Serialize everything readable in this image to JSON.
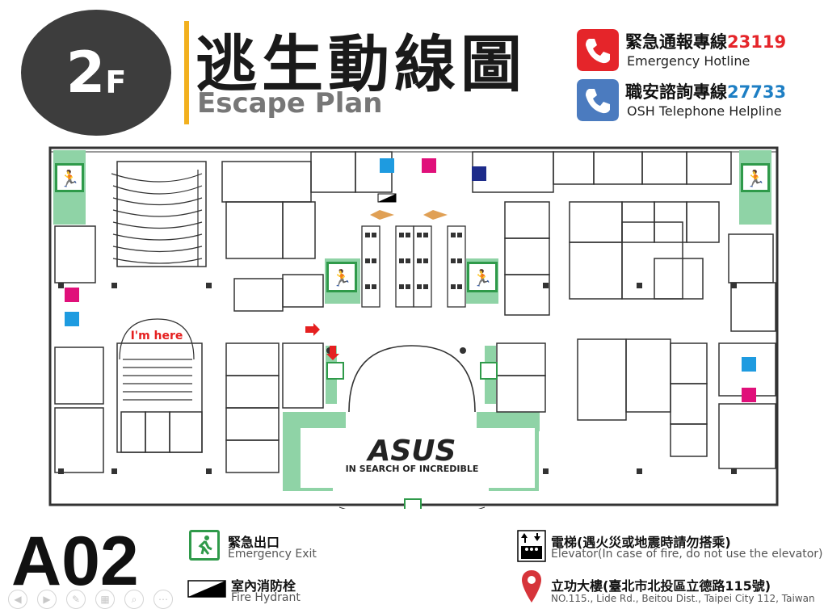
{
  "header": {
    "floor": "2",
    "floor_suffix": "F",
    "title_zh": "逃生動線圖",
    "title_en": "Escape Plan"
  },
  "hotlines": [
    {
      "label_zh": "緊急通報專線",
      "number": "23119",
      "label_en": "Emergency Hotline",
      "color": "#e5252a",
      "icon": "phone-icon"
    },
    {
      "label_zh": "職安諮詢專線",
      "number": "27733",
      "label_en": "OSH Telephone Helpline",
      "color": "#4b7bbf",
      "icon": "phone-icon"
    }
  ],
  "map": {
    "you_are_here": "I'm here",
    "brand": "ASUS",
    "brand_tagline": "IN SEARCH OF INCREDIBLE",
    "colors": {
      "walls": "#333333",
      "exit_route": "#8fd3a6",
      "exit_sign": "#2f9a4a",
      "male_wc": "#1e9be0",
      "female_wc": "#e0107a",
      "accessible": "#1d2b8a",
      "arrow": "#e52020",
      "here_label": "#e52020"
    }
  },
  "legend": {
    "exit": {
      "zh": "緊急出口",
      "en": "Emergency Exit",
      "icon": "emergency-exit-icon"
    },
    "hydrant": {
      "zh": "室內消防栓",
      "en": "Fire Hydrant",
      "icon": "fire-hydrant-icon"
    },
    "elevator": {
      "zh": "電梯(遇火災或地震時請勿搭乘)",
      "en": "Elevator(In case of fire, do not use the elevator)",
      "icon": "elevator-icon"
    },
    "building": {
      "zh": "立功大樓(臺北市北投區立德路115號)",
      "en": "NO.115., Lide Rd., Beitou Dist., Taipei City 112, Taiwan",
      "icon": "location-pin-icon"
    }
  },
  "zone_code": "A02"
}
